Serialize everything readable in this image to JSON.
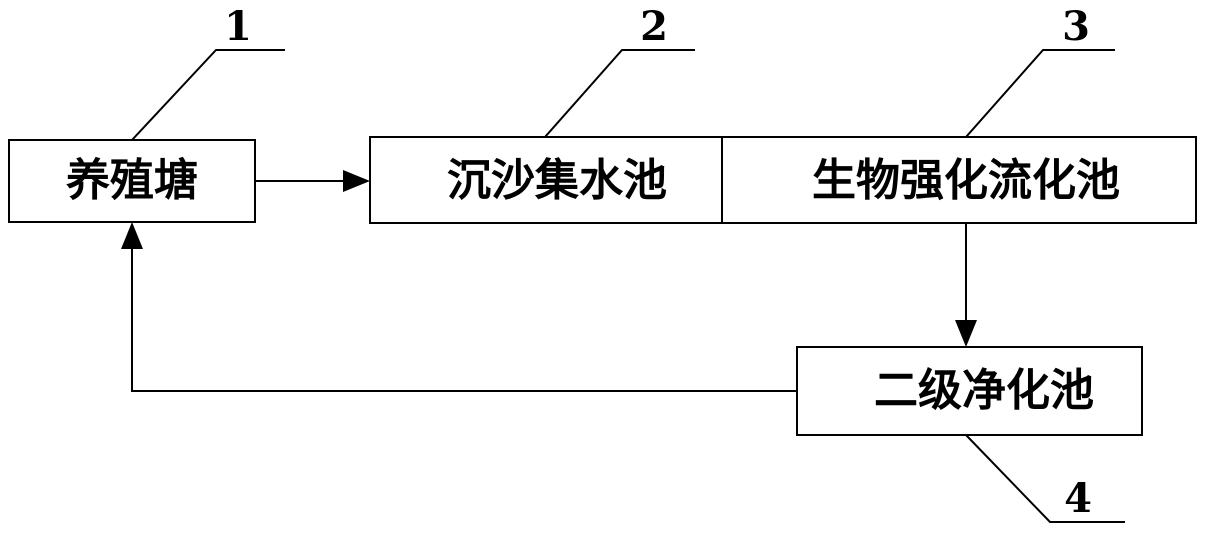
{
  "nodes": {
    "pond": {
      "label": "养殖塘",
      "callout": "1"
    },
    "sedimentation": {
      "label": "沉沙集水池",
      "callout": "2"
    },
    "bio_fluidized": {
      "label": "生物强化流化池",
      "callout": "3"
    },
    "secondary": {
      "label": "二级净化池",
      "callout": "4"
    }
  },
  "edges": [
    {
      "from": "pond",
      "to": "sedimentation"
    },
    {
      "from": "bio_fluidized",
      "to": "secondary"
    },
    {
      "from": "secondary",
      "to": "pond"
    }
  ],
  "colors": {
    "stroke": "#000000",
    "background": "#ffffff"
  }
}
